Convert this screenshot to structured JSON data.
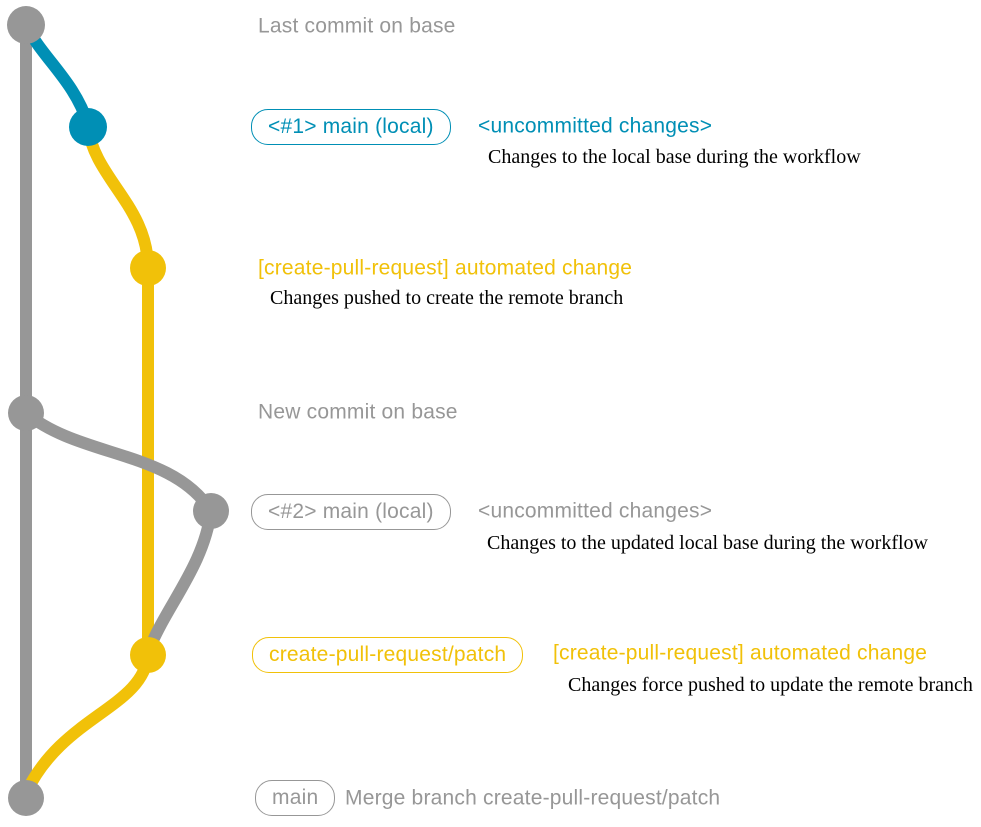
{
  "colors": {
    "gray": "#979797",
    "blue": "#008fb5",
    "yellow": "#f1c109",
    "body_text": "#000000",
    "background": "#ffffff"
  },
  "diagram": {
    "type": "git-graph",
    "branches": [
      {
        "name": "base",
        "color": "gray"
      },
      {
        "name": "main (local)",
        "color": "blue-then-gray"
      },
      {
        "name": "create-pull-request/patch",
        "color": "yellow"
      }
    ]
  },
  "rows": [
    {
      "id": "last-commit-base",
      "message": "Last commit on base",
      "color": "gray"
    },
    {
      "id": "local-main-1",
      "label": "<#1> main (local)",
      "message": "<uncommitted changes>",
      "body": "Changes to the local base during the workflow",
      "color": "blue"
    },
    {
      "id": "cpr-automated-change-1",
      "message": "[create-pull-request] automated change",
      "body": "Changes pushed to create the remote branch",
      "color": "yellow"
    },
    {
      "id": "new-commit-base",
      "message": "New commit on base",
      "color": "gray"
    },
    {
      "id": "local-main-2",
      "label": "<#2> main (local)",
      "message": "<uncommitted changes>",
      "body": "Changes to the updated local base during the workflow",
      "color": "gray"
    },
    {
      "id": "cpr-automated-change-2",
      "label": "create-pull-request/patch",
      "message": "[create-pull-request] automated change",
      "body": "Changes force pushed to update the remote branch",
      "color": "yellow"
    },
    {
      "id": "merge-commit",
      "label": "main",
      "message": "Merge branch create-pull-request/patch",
      "color": "gray"
    }
  ]
}
